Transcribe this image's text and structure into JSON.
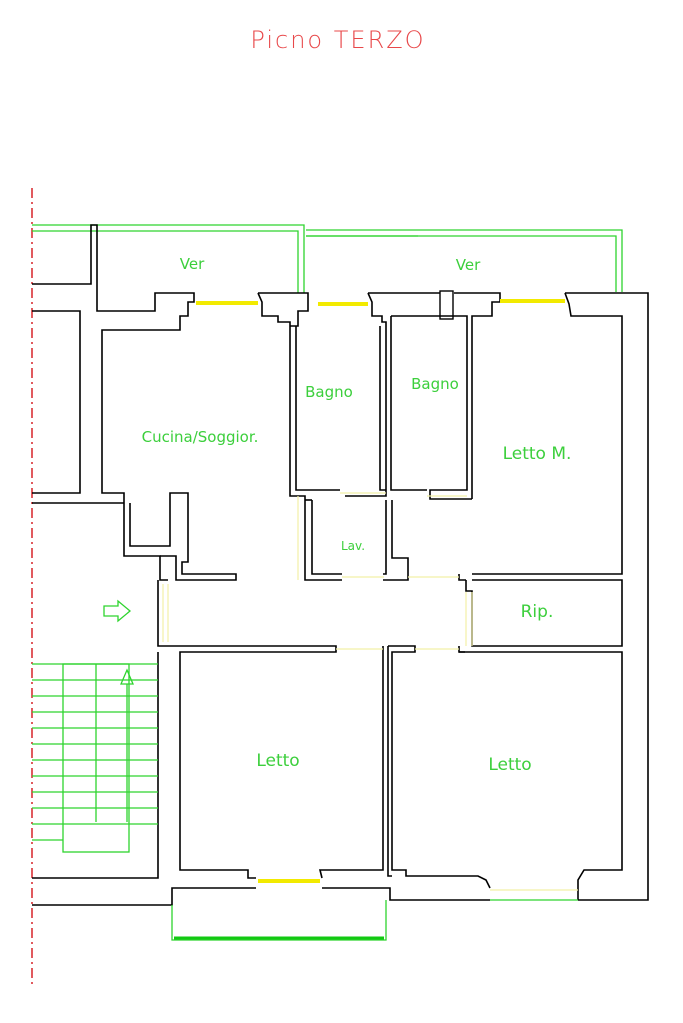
{
  "title": "Picno TERZO",
  "rooms": {
    "veranda_left": "Ver",
    "veranda_right": "Ver",
    "kitchen": "Cucina/Soggior.",
    "bath_1": "Bagno",
    "bath_2": "Bagno",
    "master_bedroom": "Letto M.",
    "laundry": "Lav.",
    "storage": "Rip.",
    "bedroom_1": "Letto",
    "bedroom_2": "Letto"
  },
  "colors": {
    "title": "#e8484a",
    "labels": "#3ccf3c",
    "walls": "#000000",
    "windows": "#f2ea00",
    "axis": "#d4141b"
  },
  "icons": [
    "entrance-arrow-icon",
    "stair-direction-arrow-icon"
  ]
}
